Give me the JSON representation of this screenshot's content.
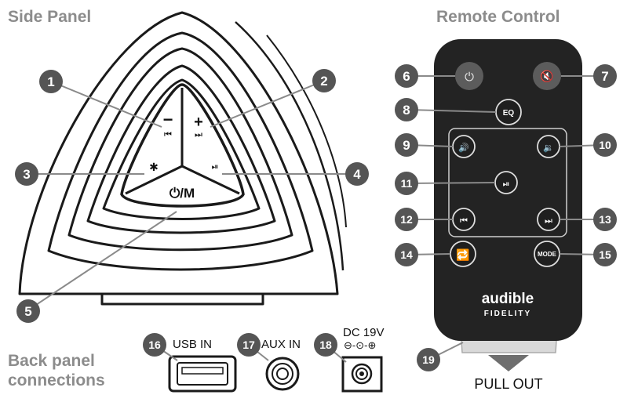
{
  "headings": {
    "side_panel": "Side Panel",
    "remote_control": "Remote Control",
    "back_panel": "Back panel",
    "back_panel_2": "connections"
  },
  "side_panel": {
    "minus_symbol": "−",
    "plus_symbol": "+",
    "bluetooth_symbol": "✱",
    "prev_symbol": "⏮",
    "next_symbol": "⏭",
    "playpause_symbol": "⏯",
    "power_mode_label": "⏻/M"
  },
  "remote": {
    "eq_label": "EQ",
    "mode_label": "MODE",
    "brand_line1": "audible",
    "brand_line2": "FIDELITY",
    "pull_out_label": "PULL OUT"
  },
  "back_panel": {
    "usb_label": "USB IN",
    "aux_label": "AUX IN",
    "dc_label": "DC 19V",
    "polarity_symbol": "⊖-⊙-⊕"
  },
  "callouts": [
    "1",
    "2",
    "3",
    "4",
    "5",
    "6",
    "7",
    "8",
    "9",
    "10",
    "11",
    "12",
    "13",
    "14",
    "15",
    "16",
    "17",
    "18",
    "19"
  ],
  "colors": {
    "callout_fill": "#555555",
    "heading_gray": "#8c8c8c",
    "remote_body": "#232323",
    "remote_button": "#5a5a5a"
  }
}
